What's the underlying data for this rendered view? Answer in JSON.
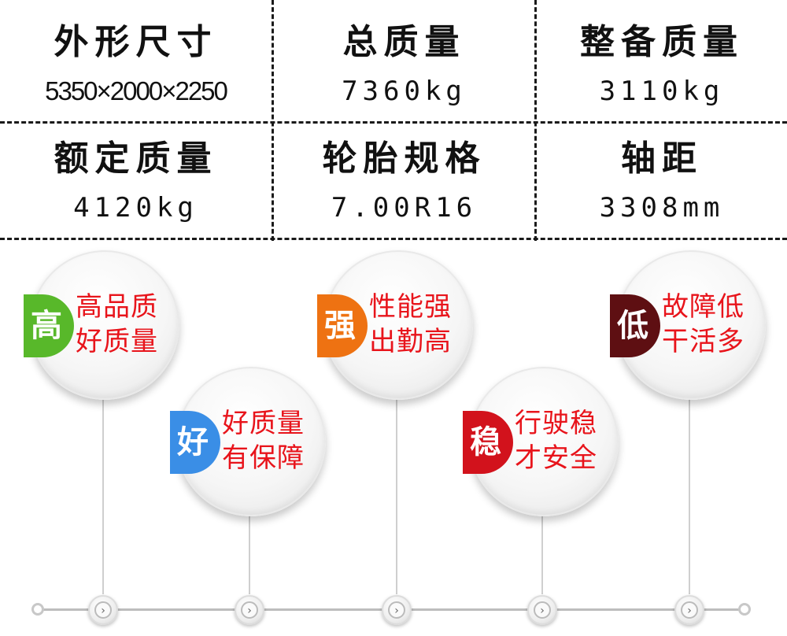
{
  "specs": [
    {
      "title": "外形尺寸",
      "value": "5350×2000×2250"
    },
    {
      "title": "总质量",
      "value": "7360kg"
    },
    {
      "title": "整备质量",
      "value": "3110kg"
    },
    {
      "title": "额定质量",
      "value": "4120kg"
    },
    {
      "title": "轮胎规格",
      "value": "7.00R16"
    },
    {
      "title": "轴距",
      "value": "3308mm"
    }
  ],
  "features": [
    {
      "badge": "高",
      "line1": "高品质",
      "line2": "好质量",
      "color": "#58b82a"
    },
    {
      "badge": "好",
      "line1": "好质量",
      "line2": "有保障",
      "color": "#3a8ee6"
    },
    {
      "badge": "强",
      "line1": "性能强",
      "line2": "出勤高",
      "color": "#ee7212"
    },
    {
      "badge": "稳",
      "line1": "行驶稳",
      "line2": "才安全",
      "color": "#d2121c"
    },
    {
      "badge": "低",
      "line1": "故障低",
      "line2": "干活多",
      "color": "#5e0f12"
    }
  ],
  "timeline": {
    "node_icon": "chevron-right-icon",
    "node_glyph": "›"
  }
}
